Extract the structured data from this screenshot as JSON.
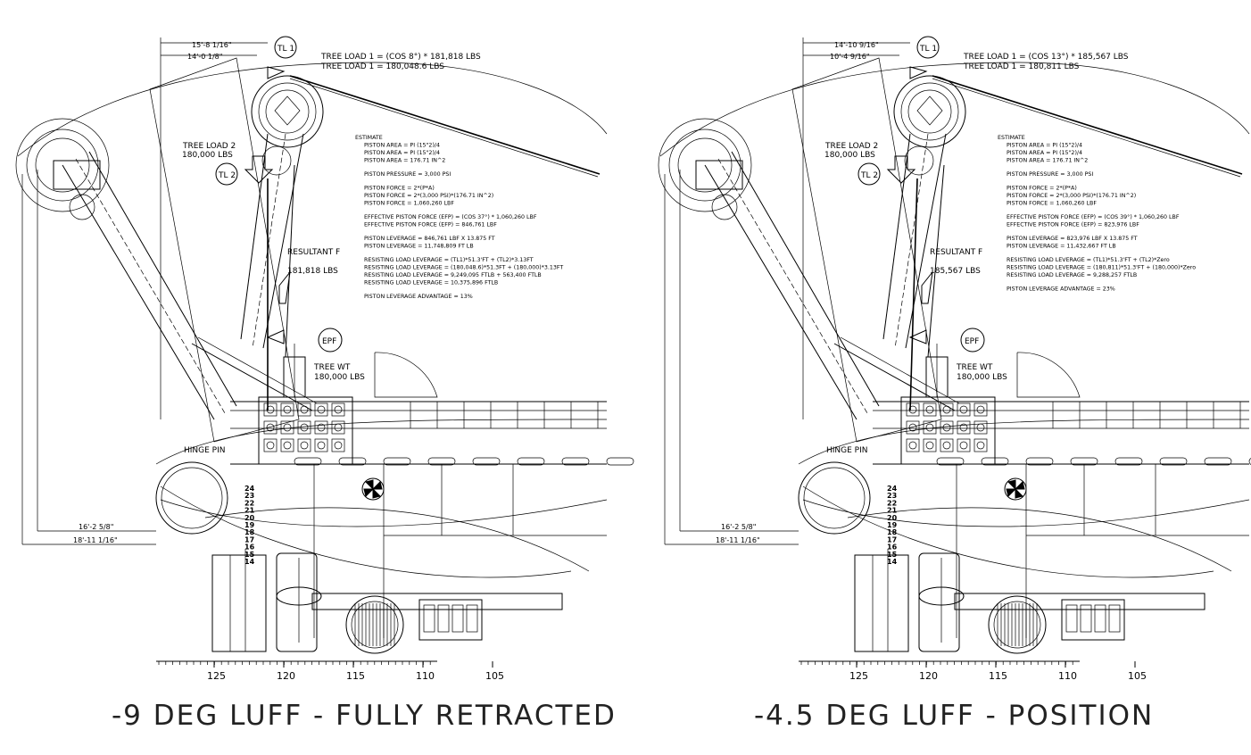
{
  "panels": [
    {
      "title": "-9 DEG LUFF - FULLY RETRACTED",
      "dims": {
        "top_outer": "15'-8 1/16\"",
        "top_inner": "14'-0 1/8\"",
        "bottom_inner": "16'-2 5/8\"",
        "bottom_outer": "18'-11 1/16\""
      },
      "labels": {
        "tl1": "TL 1",
        "tl2": "TL 2",
        "epf": "EPF",
        "tree_load_1_a": "TREE LOAD 1 = (COS 8°) * 181,818 LBS",
        "tree_load_1_b": "TREE LOAD 1 = 180,048.6 LBS",
        "tree_load_2": "TREE LOAD 2",
        "tree_load_2_val": "180,000 LBS",
        "resultant": "RESULTANT F",
        "resultant_val": "181,818 LBS",
        "tree_wt": "TREE WT",
        "tree_wt_val": "180,000 LBS",
        "hinge_pin": "HINGE PIN"
      },
      "estimate": [
        "ESTIMATE",
        "PISTON AREA = PI (15\"2)/4",
        "PISTON AREA = PI (15\"2)/4",
        "PISTON AREA = 176.71 IN^2",
        "PISTON PRESSURE = 3,000 PSI",
        "PISTON FORCE = 2*(P*A)",
        "PISTON FORCE = 2*(3,000 PSI)*(176.71 IN^2)",
        "PISTON FORCE = 1,060,260 LBF",
        "EFFECTIVE PISTON FORCE (EFP) = (COS 37°) * 1,060,260 LBF",
        "EFFECTIVE PISTON FORCE (EFP) = 846,761 LBF",
        "PISTON LEVERAGE = 846,761 LBF X 13.875 FT",
        "PISTON LEVERAGE = 11,748,809 FT LB",
        "RESISTING LOAD LEVERAGE = (TL1)*51.3'FT + (TL2)*3.13FT",
        "RESISTING LOAD LEVERAGE = (180,048.6)*51.3FT + (180,000)*3.13FT",
        "RESISTING LOAD LEVERAGE = 9,249,095 FTLB + 563,400 FTLB",
        "RESISTING LOAD LEVERAGE = 10,375,896 FTLB",
        "PISTON LEVERAGE ADVANTAGE = 13%"
      ],
      "deck_numbers": [
        "24",
        "23",
        "22",
        "21",
        "20",
        "19",
        "18",
        "17",
        "16",
        "15",
        "14"
      ],
      "axis_ticks": [
        "125",
        "120",
        "115",
        "110",
        "105"
      ]
    },
    {
      "title": "-4.5 DEG LUFF - POSITION",
      "dims": {
        "top_outer": "14'-10 9/16\"",
        "top_inner": "10'-4 9/16\"",
        "bottom_inner": "16'-2 5/8\"",
        "bottom_outer": "18'-11 1/16\""
      },
      "labels": {
        "tl1": "TL 1",
        "tl2": "TL 2",
        "epf": "EPF",
        "tree_load_1_a": "TREE LOAD 1 = (COS 13°) * 185,567 LBS",
        "tree_load_1_b": "TREE LOAD 1 = 180,811 LBS",
        "tree_load_2": "TREE LOAD 2",
        "tree_load_2_val": "180,000 LBS",
        "resultant": "RESULTANT F",
        "resultant_val": "185,567 LBS",
        "tree_wt": "TREE WT",
        "tree_wt_val": "180,000 LBS",
        "hinge_pin": "HINGE PIN"
      },
      "estimate": [
        "ESTIMATE",
        "PISTON AREA = PI (15\"2)/4",
        "PISTON AREA = PI (15\"2)/4",
        "PISTON AREA = 176.71 IN^2",
        "PISTON PRESSURE = 3,000 PSI",
        "PISTON FORCE = 2*(P*A)",
        "PISTON FORCE = 2*(3,000 PSI)*(176.71 IN^2)",
        "PISTON FORCE = 1,060,260 LBF",
        "EFFECTIVE PISTON FORCE (EFP) = (COS 39°) * 1,060,260 LBF",
        "EFFECTIVE PISTON FORCE (EFP) = 823,976 LBF",
        "PISTON LEVERAGE = 823,976 LBF X 13.875 FT",
        "PISTON LEVERAGE = 11,432,667 FT LB",
        "RESISTING LOAD LEVERAGE = (TL1)*51.3'FT + (TL2)*Zero",
        "RESISTING LOAD LEVERAGE = (180,811)*51.3'FT + (180,000)*Zero",
        "RESISTING LOAD LEVERAGE = 9,288,257 FTLB",
        "PISTON LEVERAGE ADVANTAGE = 23%"
      ],
      "deck_numbers": [
        "24",
        "23",
        "22",
        "21",
        "20",
        "19",
        "18",
        "17",
        "16",
        "15",
        "14"
      ],
      "axis_ticks": [
        "125",
        "120",
        "115",
        "110",
        "105"
      ]
    }
  ]
}
